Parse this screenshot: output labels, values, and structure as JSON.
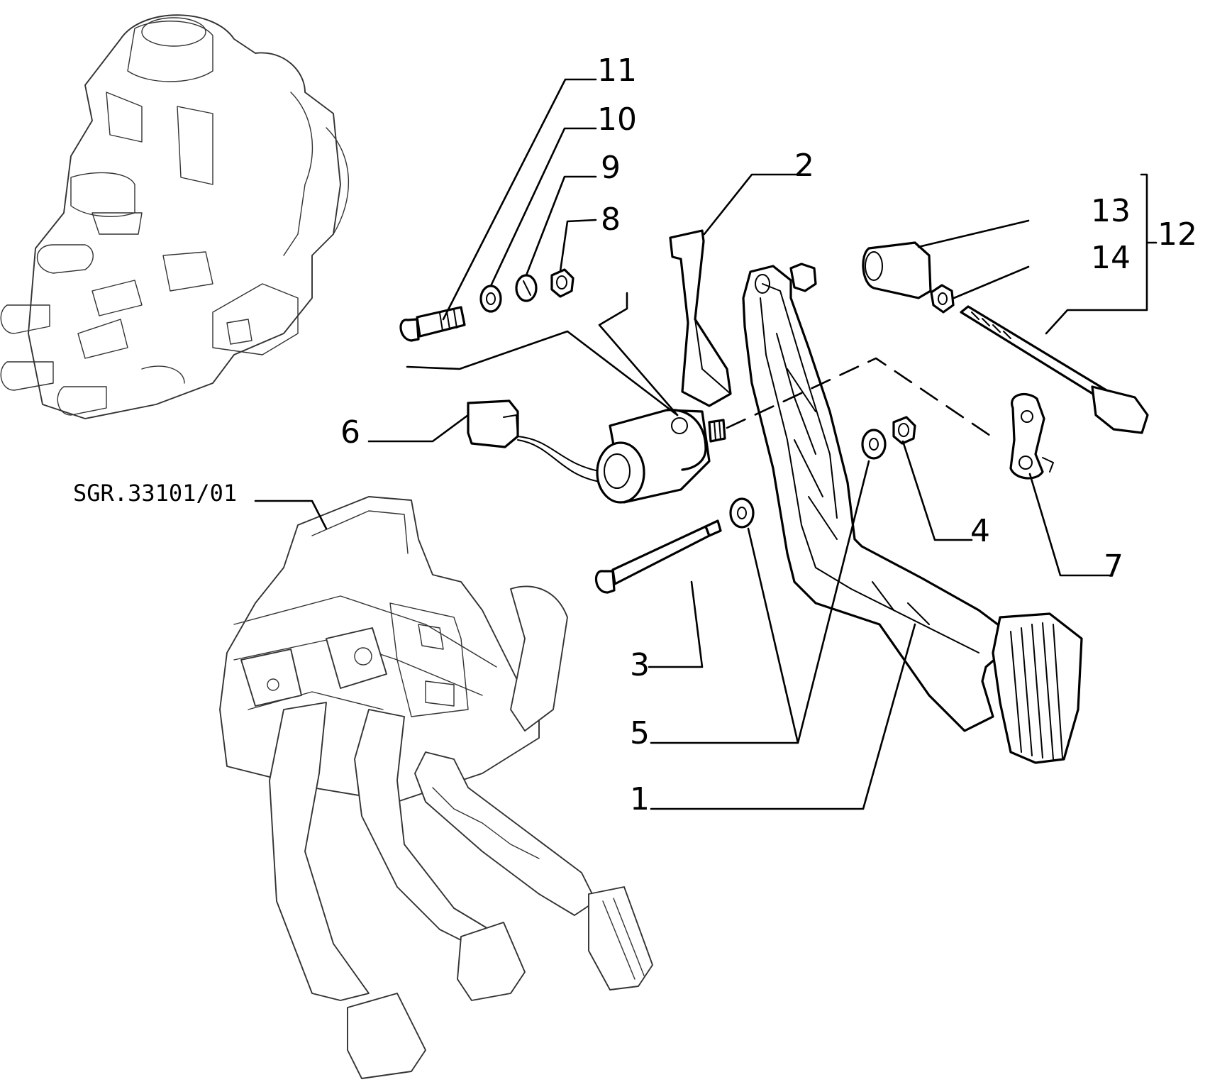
{
  "reference_code": "SGR.33101/01",
  "callouts": {
    "c1": "1",
    "c2": "2",
    "c3": "3",
    "c4": "4",
    "c5": "5",
    "c6": "6",
    "c7": "7",
    "c8": "8",
    "c9": "9",
    "c10": "10",
    "c11": "11",
    "c12": "12",
    "c13": "13",
    "c14": "14"
  }
}
